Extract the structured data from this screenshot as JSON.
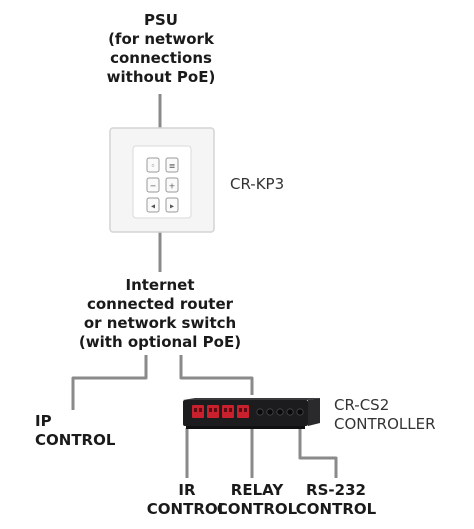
{
  "psu": {
    "label": "PSU\n(for network\nconnections\nwithout PoE)"
  },
  "keypad": {
    "model": "CR-KP3",
    "buttons": [
      {
        "row": 1,
        "glyph": "◦",
        "icon": "scene-icon"
      },
      {
        "row": 1,
        "glyph": "≡",
        "icon": "menu-icon"
      },
      {
        "row": 2,
        "glyph": "−",
        "icon": "minus-icon"
      },
      {
        "row": 2,
        "glyph": "+",
        "icon": "plus-icon"
      },
      {
        "row": 3,
        "glyph": "◂",
        "icon": "prev-icon"
      },
      {
        "row": 3,
        "glyph": "▸",
        "icon": "next-icon"
      }
    ]
  },
  "router": {
    "label": "Internet\nconnected router\nor network switch\n(with optional PoE)"
  },
  "controller": {
    "model": "CR-CS2\nCONTROLLER",
    "red_port_count": 4,
    "black_port_count": 5,
    "colors": {
      "body": "#1c1c1e",
      "port_red": "#c8202c"
    }
  },
  "outputs": {
    "ip": "IP\nCONTROL",
    "ir": "IR\nCONTROL",
    "relay": "RELAY\nCONTROL",
    "rs232": "RS-232\nCONTROL"
  },
  "colors": {
    "wire": "#8a8a8a"
  }
}
